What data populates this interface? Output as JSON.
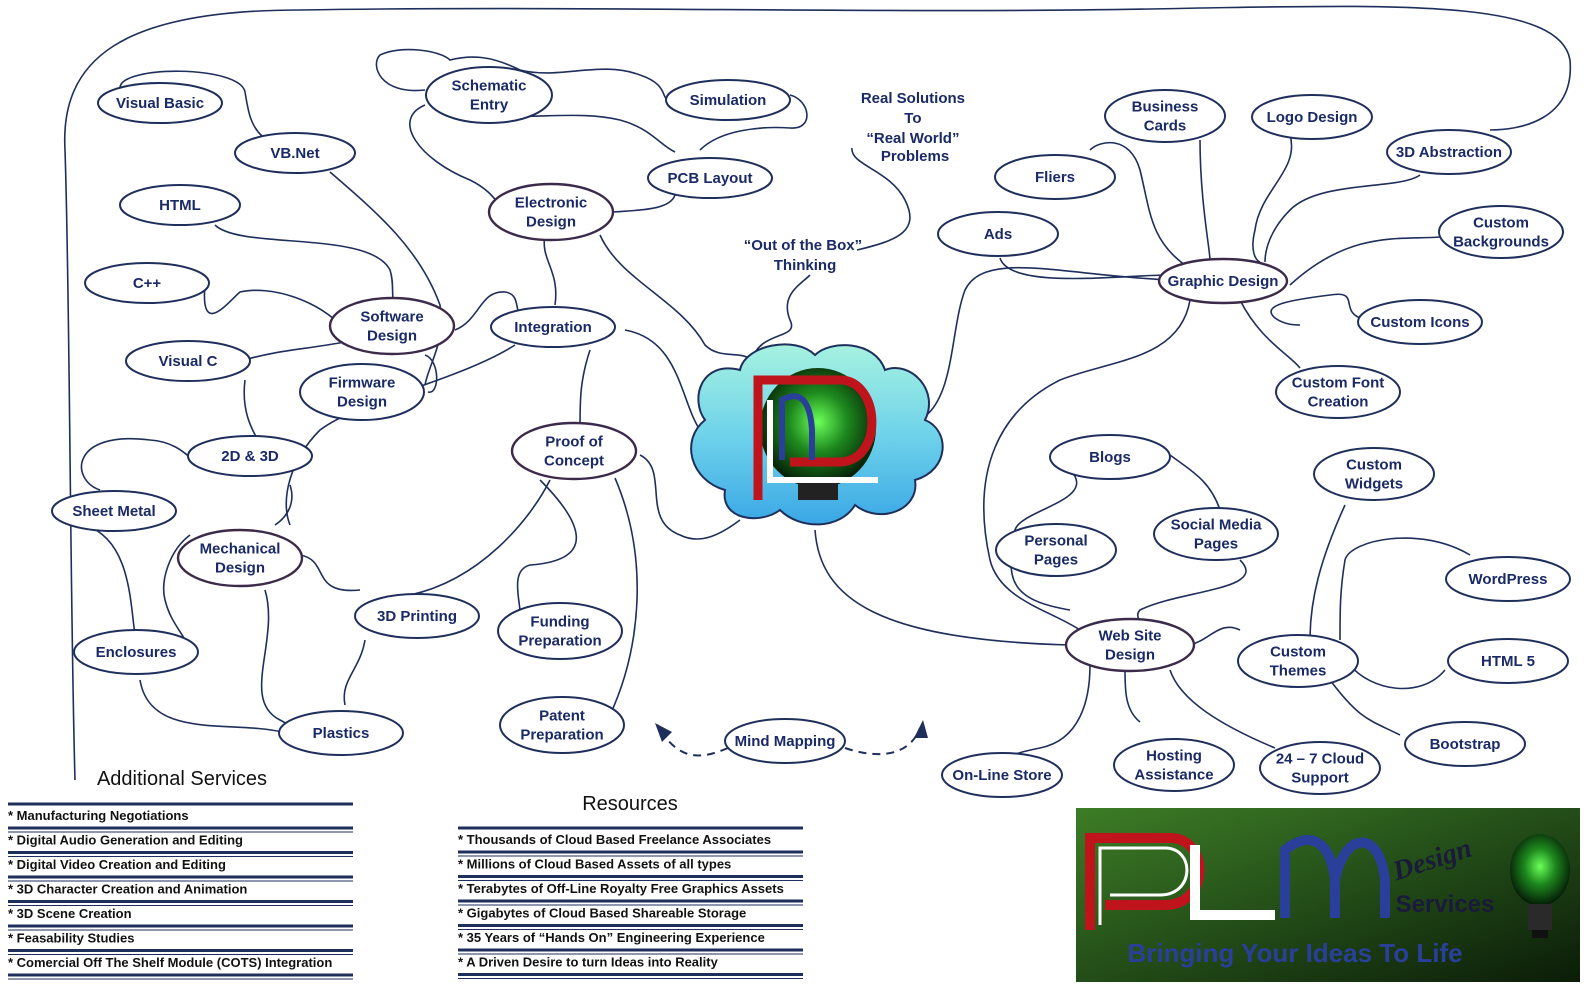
{
  "nodes": {
    "visual_basic": {
      "lines": [
        "Visual Basic"
      ]
    },
    "vbnet": {
      "lines": [
        "VB.Net"
      ]
    },
    "html": {
      "lines": [
        "HTML"
      ]
    },
    "cpp": {
      "lines": [
        "C++"
      ]
    },
    "visual_c": {
      "lines": [
        "Visual C"
      ]
    },
    "software_design": {
      "lines": [
        "Software",
        "Design"
      ]
    },
    "firmware_design": {
      "lines": [
        "Firmware",
        "Design"
      ]
    },
    "schematic_entry": {
      "lines": [
        "Schematic",
        "Entry"
      ]
    },
    "simulation": {
      "lines": [
        "Simulation"
      ]
    },
    "pcb_layout": {
      "lines": [
        "PCB Layout"
      ]
    },
    "electronic_design": {
      "lines": [
        "Electronic",
        "Design"
      ]
    },
    "integration": {
      "lines": [
        "Integration"
      ]
    },
    "proof_of_concept": {
      "lines": [
        "Proof of",
        "Concept"
      ]
    },
    "two_d_three_d": {
      "lines": [
        "2D & 3D"
      ]
    },
    "sheet_metal": {
      "lines": [
        "Sheet Metal"
      ]
    },
    "mechanical_design": {
      "lines": [
        "Mechanical",
        "Design"
      ]
    },
    "three_d_printing": {
      "lines": [
        "3D Printing"
      ]
    },
    "funding_preparation": {
      "lines": [
        "Funding",
        "Preparation"
      ]
    },
    "enclosures": {
      "lines": [
        "Enclosures"
      ]
    },
    "plastics": {
      "lines": [
        "Plastics"
      ]
    },
    "patent_preparation": {
      "lines": [
        "Patent",
        "Preparation"
      ]
    },
    "mind_mapping": {
      "lines": [
        "Mind Mapping"
      ]
    },
    "business_cards": {
      "lines": [
        "Business",
        "Cards"
      ]
    },
    "logo_design": {
      "lines": [
        "Logo Design"
      ]
    },
    "fliers": {
      "lines": [
        "Fliers"
      ]
    },
    "three_d_abstraction": {
      "lines": [
        "3D Abstraction"
      ]
    },
    "ads": {
      "lines": [
        "Ads"
      ]
    },
    "custom_backgrounds": {
      "lines": [
        "Custom",
        "Backgrounds"
      ]
    },
    "graphic_design": {
      "lines": [
        "Graphic Design"
      ]
    },
    "custom_icons": {
      "lines": [
        "Custom Icons"
      ]
    },
    "custom_font_creation": {
      "lines": [
        "Custom Font",
        "Creation"
      ]
    },
    "blogs": {
      "lines": [
        "Blogs"
      ]
    },
    "custom_widgets": {
      "lines": [
        "Custom",
        "Widgets"
      ]
    },
    "social_media_pages": {
      "lines": [
        "Social Media",
        "Pages"
      ]
    },
    "personal_pages": {
      "lines": [
        "Personal",
        "Pages"
      ]
    },
    "wordpress": {
      "lines": [
        "WordPress"
      ]
    },
    "web_site_design": {
      "lines": [
        "Web Site",
        "Design"
      ]
    },
    "custom_themes": {
      "lines": [
        "Custom",
        "Themes"
      ]
    },
    "html5": {
      "lines": [
        "HTML 5"
      ]
    },
    "bootstrap": {
      "lines": [
        "Bootstrap"
      ]
    },
    "online_store": {
      "lines": [
        "On-Line Store"
      ]
    },
    "hosting_assistance": {
      "lines": [
        "Hosting",
        "Assistance"
      ]
    },
    "cloud_support": {
      "lines": [
        "24 – 7 Cloud",
        "Support"
      ]
    }
  },
  "notes": {
    "real_solutions": {
      "lines": [
        "Real Solutions",
        "To",
        "“Real World”",
        "Problems"
      ]
    },
    "out_of_box": {
      "lines": [
        "“Out of the Box”",
        "Thinking"
      ]
    }
  },
  "additional_services": {
    "title": "Additional Services",
    "items": [
      "* Manufacturing Negotiations",
      "* Digital Audio Generation and Editing",
      "* Digital Video Creation and Editing",
      "* 3D Character Creation and Animation",
      "* 3D Scene Creation",
      "* Feasability Studies",
      "* Comercial Off The Shelf Module (COTS) Integration"
    ]
  },
  "resources": {
    "title": "Resources",
    "items": [
      "* Thousands of Cloud Based Freelance Associates",
      "* Millions of Cloud Based Assets of all types",
      "* Terabytes of Off-Line Royalty Free Graphics Assets",
      "* Gigabytes of Cloud Based Shareable Storage",
      "* 35 Years of “Hands On” Engineering Experience",
      "* A Driven Desire to turn Ideas into Reality"
    ]
  },
  "banner": {
    "logo_letters": "PLM",
    "design_word": "Design",
    "services_word": "Services",
    "tagline": "Bringing Your Ideas To Life"
  },
  "colors": {
    "node_text": "#1a2a66",
    "node_stroke": "#1f2f5c",
    "logo_red": "#c0141c",
    "logo_blue": "#2a3f9a",
    "cloud": "#7fd6e6",
    "banner_green": "#2f6b1e"
  }
}
